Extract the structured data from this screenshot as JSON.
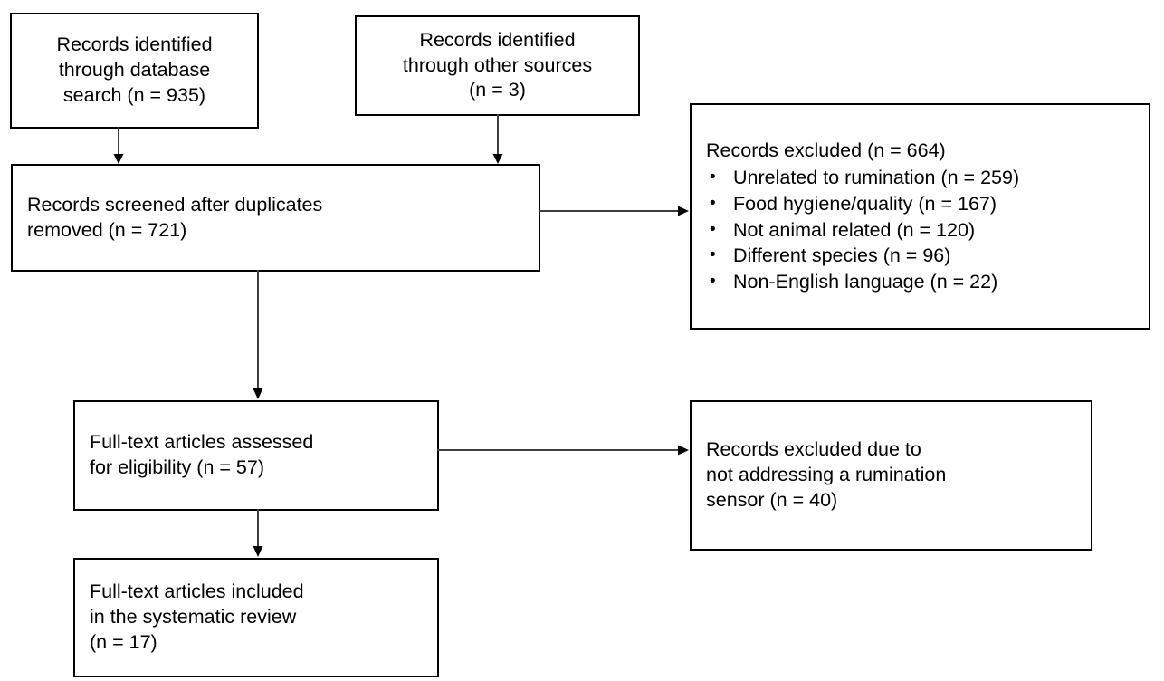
{
  "diagram": {
    "title": "PRISMA study selection flow diagram",
    "stroke_color": "#000000",
    "arrow_color": "#3f3f3f",
    "background": "#ffffff"
  },
  "boxes": {
    "identified_database": {
      "name": "Records identified through database search",
      "lines": [
        "Records identified",
        "through database",
        "search (n = 935)"
      ],
      "count": 935,
      "align": "center"
    },
    "identified_other": {
      "name": "Records identified through other sources",
      "lines": [
        "Records identified",
        "through other sources",
        "(n = 3)"
      ],
      "count": 3,
      "align": "center"
    },
    "screened": {
      "name": "Records screened after duplicates removed",
      "lines": [
        "Records screened after duplicates",
        "removed (n = 721)"
      ],
      "count": 721,
      "align": "left"
    },
    "excluded_screening": {
      "name": "Records excluded at screening",
      "heading": "Records excluded (n = 664)",
      "count": 664,
      "bullet_glyph": "•",
      "reasons": [
        {
          "label": "Unrelated to rumination (n = 259)",
          "count": 259
        },
        {
          "label": "Food hygiene/quality (n = 167)",
          "count": 167
        },
        {
          "label": "Not animal related (n = 120)",
          "count": 120
        },
        {
          "label": "Different species (n = 96)",
          "count": 96
        },
        {
          "label": "Non-English language (n = 22)",
          "count": 22
        }
      ]
    },
    "fulltext_assessed": {
      "name": "Full-text articles assessed for eligibility",
      "lines": [
        "Full-text articles assessed",
        "for eligibility (n = 57)"
      ],
      "count": 57,
      "align": "left"
    },
    "excluded_eligibility": {
      "name": "Records excluded due to not addressing a rumination sensor",
      "lines": [
        "Records excluded due to",
        "not addressing a rumination",
        "sensor (n = 40)"
      ],
      "count": 40,
      "align": "left"
    },
    "included": {
      "name": "Full-text articles included in the systematic review",
      "lines": [
        "Full-text articles included",
        "in the systematic review",
        "(n = 17)"
      ],
      "count": 17,
      "align": "left"
    }
  },
  "connectors": [
    {
      "id": "database-to-screened",
      "from": "identified_database",
      "to": "screened",
      "orientation": "vertical"
    },
    {
      "id": "other-to-screened",
      "from": "identified_other",
      "to": "screened",
      "orientation": "vertical"
    },
    {
      "id": "screened-to-excluded",
      "from": "screened",
      "to": "excluded_screening",
      "orientation": "horizontal"
    },
    {
      "id": "screened-to-fulltext",
      "from": "screened",
      "to": "fulltext_assessed",
      "orientation": "vertical"
    },
    {
      "id": "fulltext-to-excluded",
      "from": "fulltext_assessed",
      "to": "excluded_eligibility",
      "orientation": "horizontal"
    },
    {
      "id": "fulltext-to-included",
      "from": "fulltext_assessed",
      "to": "included",
      "orientation": "vertical"
    }
  ]
}
